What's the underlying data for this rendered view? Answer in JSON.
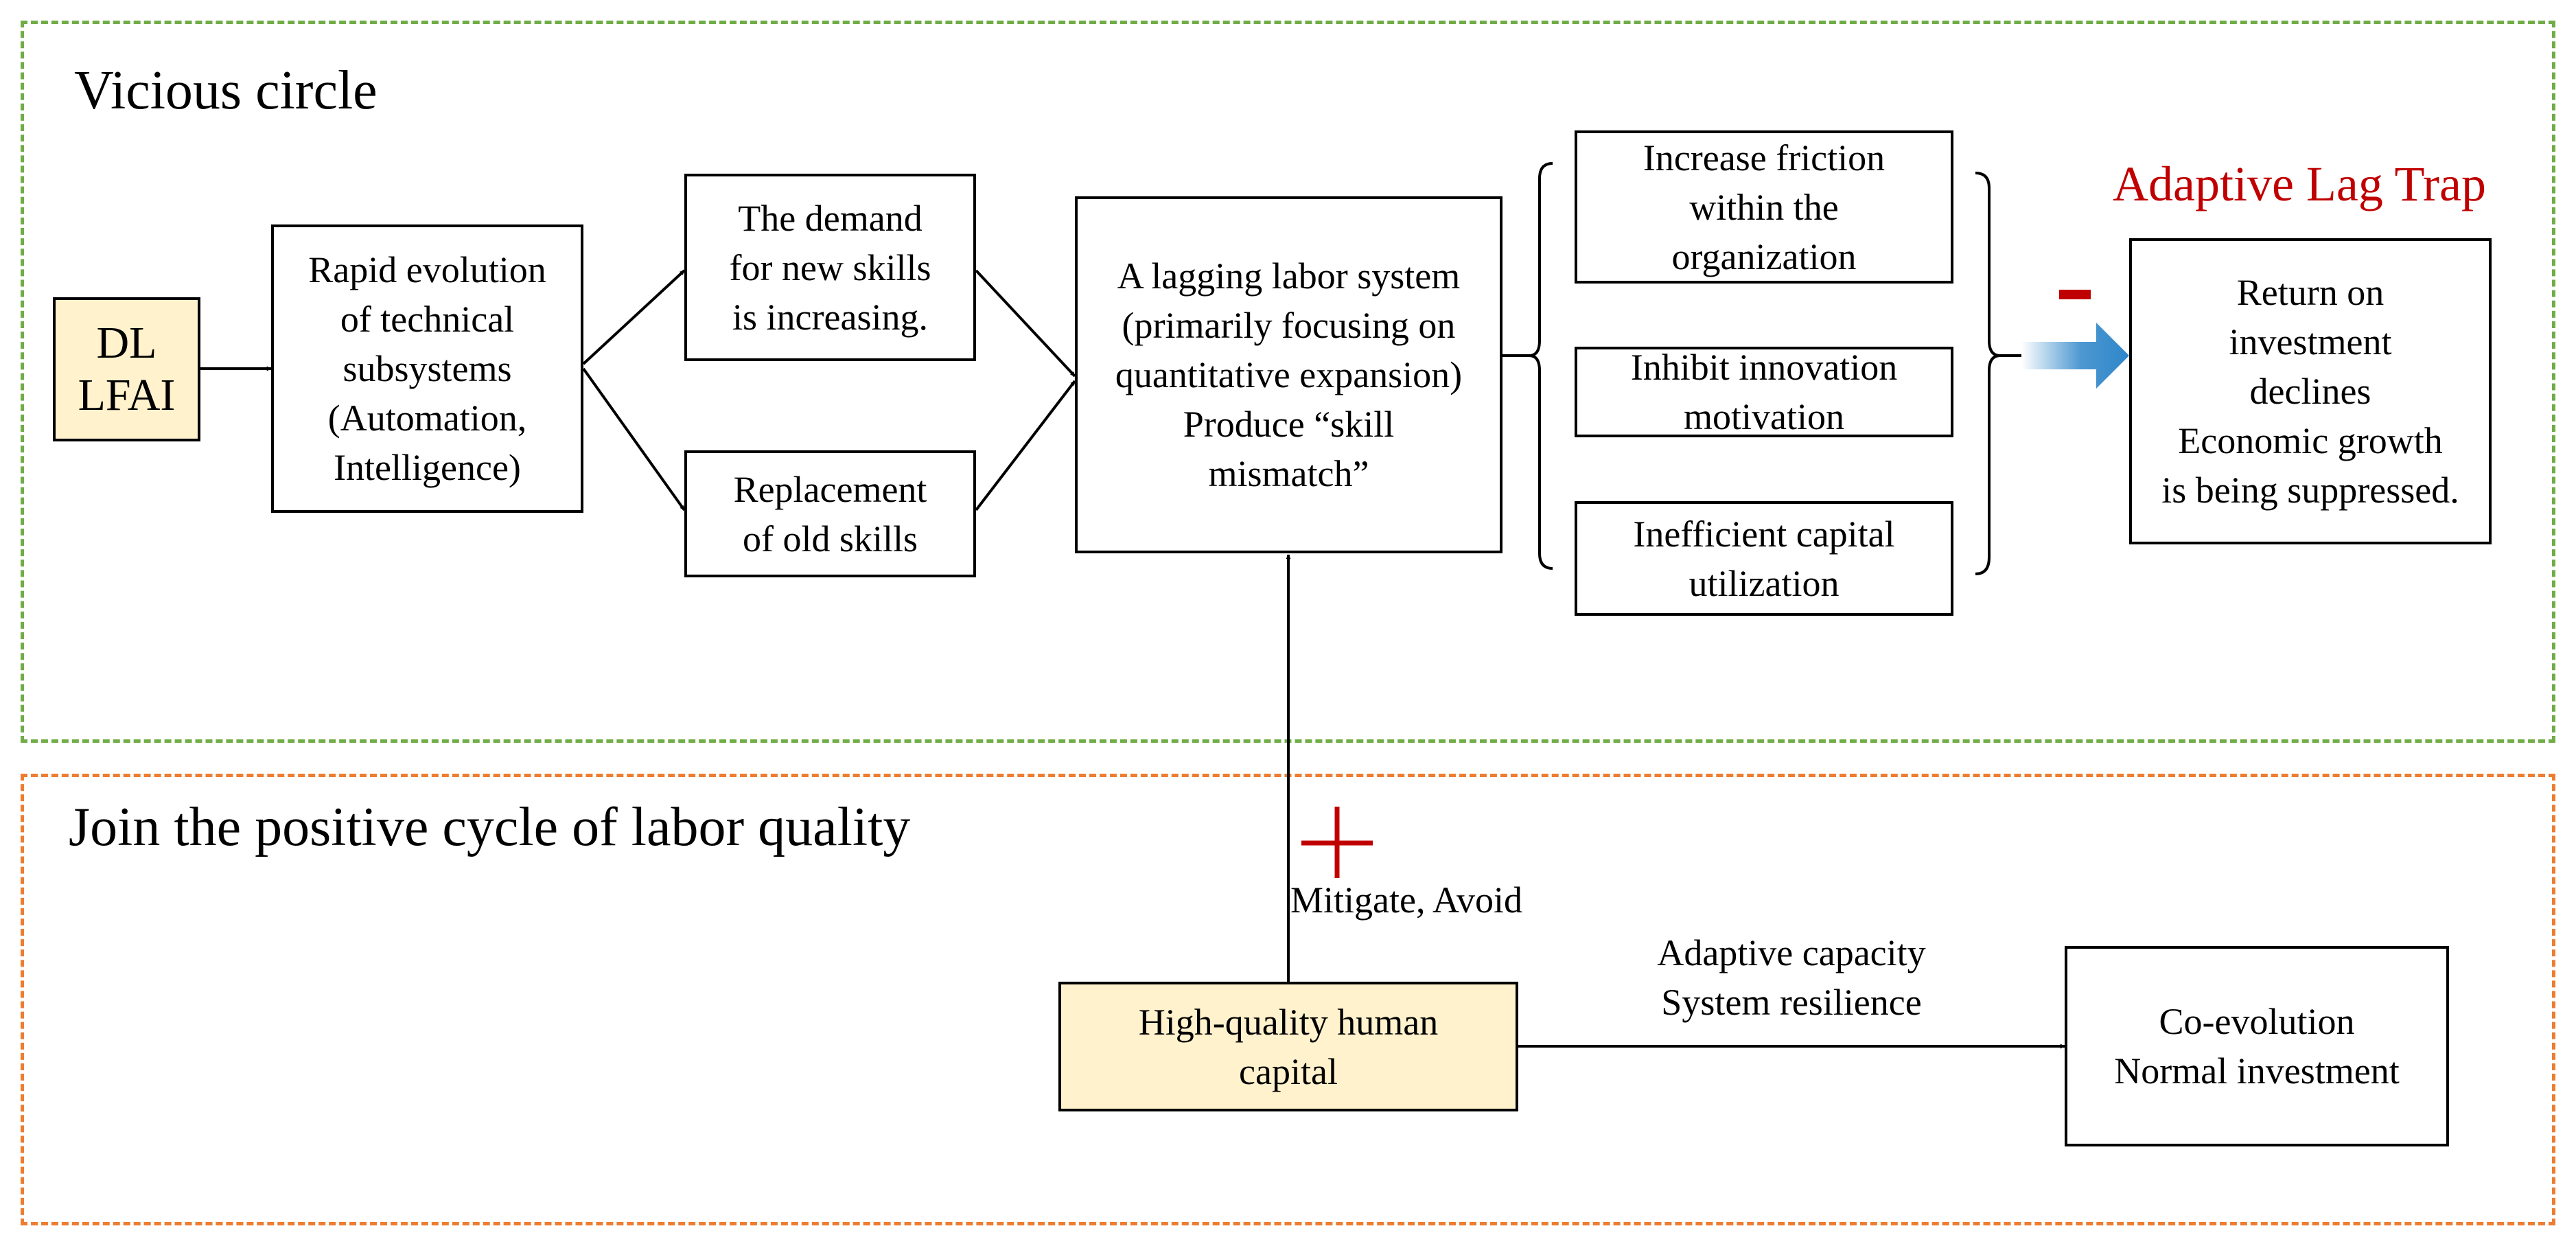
{
  "regions": {
    "vicious": {
      "title": "Vicious circle"
    },
    "positive": {
      "title": "Join the positive cycle of labor quality"
    }
  },
  "nodes": {
    "dl_lfai": "DL\nLFAI",
    "rapid_evolution": "Rapid evolution\nof technical\nsubsystems\n(Automation,\nIntelligence)",
    "new_skills": "The demand\nfor new skills\nis increasing.",
    "replacement": "Replacement\nof old skills",
    "lagging_system": "A lagging labor system\n(primarily focusing on\nquantitative expansion)\nProduce “skill\nmismatch”",
    "friction": "Increase friction\nwithin the\norganization",
    "innovation": "Inhibit innovation\nmotivation",
    "capital": "Inefficient capital\nutilization",
    "return": "Return on\ninvestment\ndeclines\nEconomic growth\nis being suppressed.",
    "human_capital": "High-quality human\ncapital",
    "co_evolution": "Co-evolution\nNormal investment"
  },
  "labels": {
    "trap": "Adaptive Lag Trap",
    "mitigate": "Mitigate, Avoid",
    "adaptive": "Adaptive capacity\nSystem resilience"
  },
  "colors": {
    "accent_red": "#c00000",
    "arrow_blue": "#2e86c9",
    "yellow_fill": "#fff2cc",
    "vicious_border": "#70ad47",
    "positive_border": "#ed7d31"
  }
}
